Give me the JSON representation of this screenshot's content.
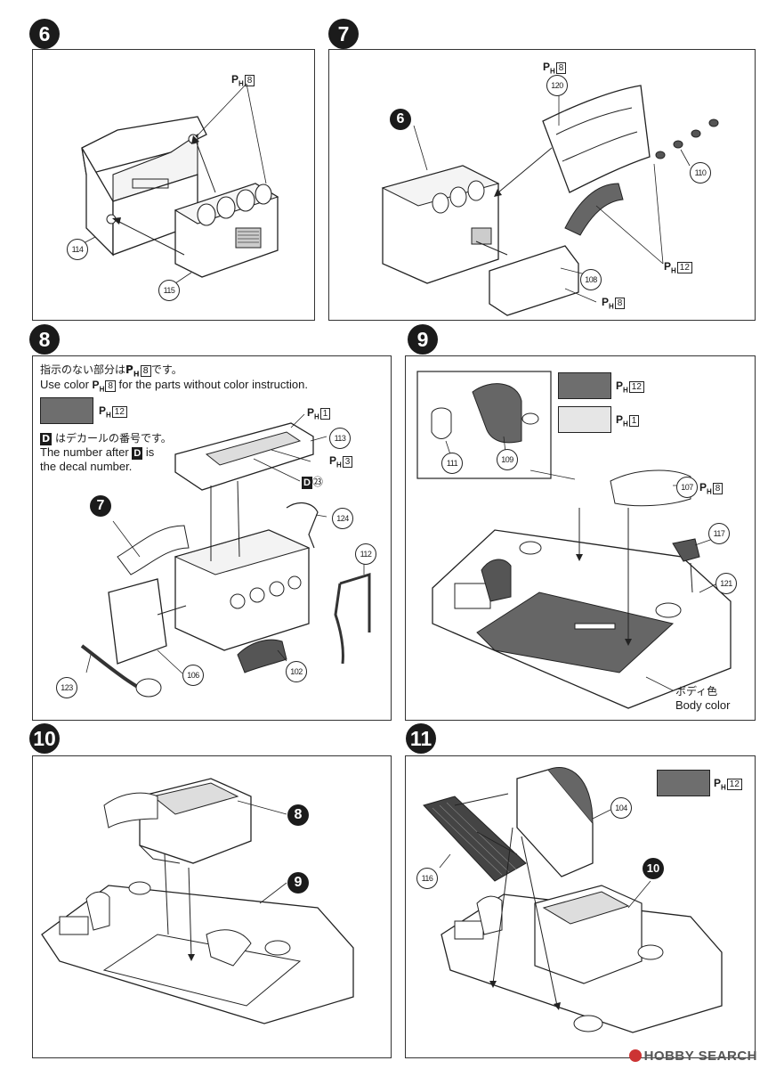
{
  "steps": {
    "s6": {
      "number": "6"
    },
    "s7": {
      "number": "7"
    },
    "s8": {
      "number": "8"
    },
    "s9": {
      "number": "9"
    },
    "s10": {
      "number": "10"
    },
    "s11": {
      "number": "11"
    }
  },
  "colors": {
    "ph12_swatch": "#6e6e6e",
    "ph1_swatch": "#e6e6e6"
  },
  "paint": {
    "prefix": "P",
    "sub": "H",
    "c8": "8",
    "c12": "12",
    "c1": "1",
    "c3": "3"
  },
  "step6": {
    "parts": [
      "114",
      "115"
    ]
  },
  "step7": {
    "ref": "6",
    "parts": [
      "120",
      "110",
      "108"
    ]
  },
  "step8": {
    "note_jp": "指示のない部分は",
    "note_jp_tail": "です。",
    "note_en": "Use color",
    "note_en_tail": "for the parts without color instruction.",
    "decal_jp": "はデカールの番号です。",
    "decal_en_1": "The number after",
    "decal_en_2": "is",
    "decal_en_3": "the decal number.",
    "decal_letter": "D",
    "decal_no": "㉓",
    "ref": "7",
    "parts": [
      "113",
      "124",
      "112",
      "123",
      "106",
      "102"
    ]
  },
  "step9": {
    "parts": [
      "111",
      "109",
      "107",
      "117",
      "121"
    ],
    "body_color_jp": "ボディ色",
    "body_color_en": "Body color"
  },
  "step10": {
    "refs": [
      "8",
      "9"
    ]
  },
  "step11": {
    "ref": "10",
    "parts": [
      "104",
      "116"
    ]
  },
  "watermark": {
    "text": "HOBBY SEARCH"
  }
}
